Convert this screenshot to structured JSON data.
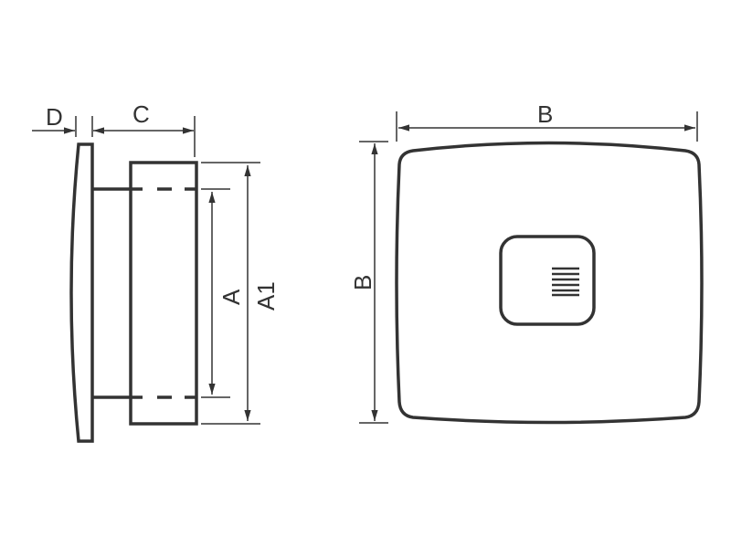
{
  "labels": {
    "d": "D",
    "c": "C",
    "a": "A",
    "a1": "A1",
    "b_width": "B",
    "b_height": "B"
  },
  "colors": {
    "line": "#333333",
    "background": "#ffffff"
  }
}
